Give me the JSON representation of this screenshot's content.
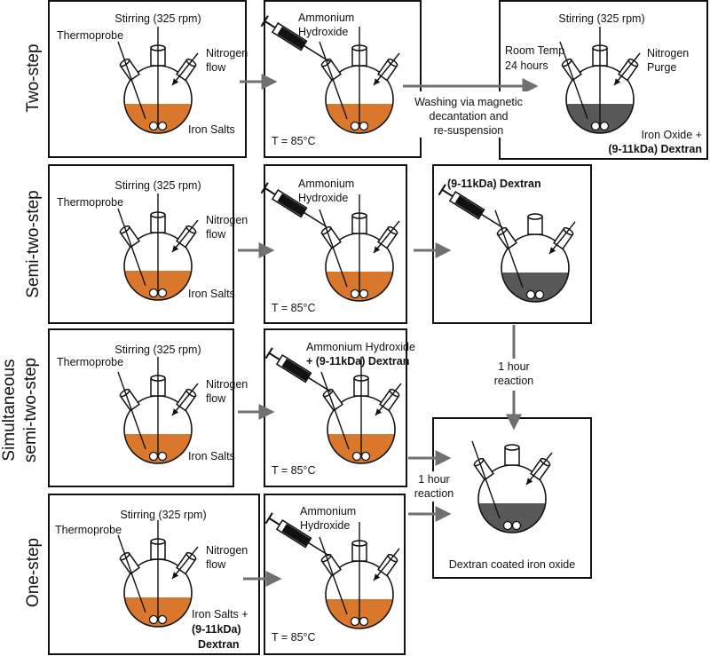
{
  "row_labels": {
    "two_step": "Two-step",
    "semi_two_step": "Semi-two-step",
    "simultaneous_line1": "Simultaneous",
    "simultaneous_line2": "semi-two-step",
    "one_step": "One-step"
  },
  "labels": {
    "stirring": "Stirring (325 rpm)",
    "thermoprobe": "Thermoprobe",
    "nitrogen": "Nitrogen",
    "flow": "flow",
    "iron_salts": "Iron Salts",
    "iron_salts_plus": "Iron Salts +",
    "dextran_paren": "(9-11kDa)",
    "dextran_word": "Dextran",
    "ammonium": "Ammonium",
    "hydroxide": "Hydroxide",
    "ammonium_hydroxide": "Ammonium Hydroxide",
    "plus_dextran": "+ (9-11kDa) Dextran",
    "temperature": "T = 85°C",
    "dextran_full": "(9-11kDa) Dextran",
    "room_temp": "Room Temp",
    "hours24": "24 hours",
    "purge": "Purge",
    "iron_oxide_plus": "Iron Oxide +",
    "washing_l1": "Washing via magnetic",
    "washing_l2": "decantation and",
    "washing_l3": "re-suspension",
    "one_hour": "1 hour",
    "reaction": "reaction",
    "final": "Dextran coated iron oxide"
  },
  "colors": {
    "orange_liquid": "#d9782c",
    "dark_liquid": "#585858",
    "arrow": "#707070",
    "outline": "#111111"
  }
}
